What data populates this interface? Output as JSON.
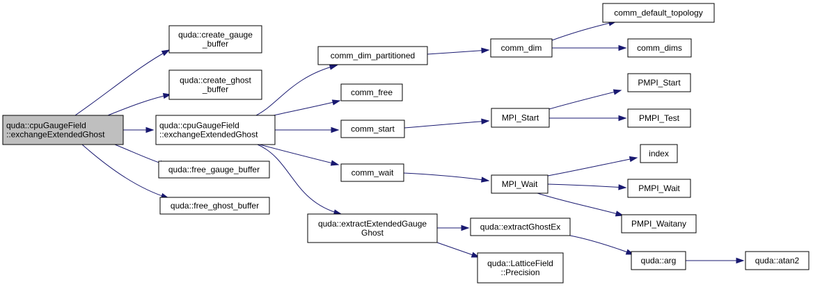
{
  "diagram": {
    "nodes": [
      {
        "id": "root",
        "lines": [
          "quda::cpuGaugeField",
          "::exchangeExtendedGhost"
        ],
        "root": true
      },
      {
        "id": "create_gauge",
        "lines": [
          "quda::create_gauge",
          "_buffer"
        ]
      },
      {
        "id": "create_ghost",
        "lines": [
          "quda::create_ghost",
          "_buffer"
        ]
      },
      {
        "id": "exchange2",
        "lines": [
          "quda::cpuGaugeField",
          "::exchangeExtendedGhost"
        ]
      },
      {
        "id": "free_gauge",
        "lines": [
          "quda::free_gauge_buffer"
        ]
      },
      {
        "id": "free_ghost",
        "lines": [
          "quda::free_ghost_buffer"
        ]
      },
      {
        "id": "comm_dim_partitioned",
        "lines": [
          "comm_dim_partitioned"
        ]
      },
      {
        "id": "comm_free",
        "lines": [
          "comm_free"
        ]
      },
      {
        "id": "comm_start",
        "lines": [
          "comm_start"
        ]
      },
      {
        "id": "comm_wait",
        "lines": [
          "comm_wait"
        ]
      },
      {
        "id": "extractExtended",
        "lines": [
          "quda::extractExtendedGauge",
          "Ghost"
        ]
      },
      {
        "id": "comm_dim",
        "lines": [
          "comm_dim"
        ]
      },
      {
        "id": "mpi_start",
        "lines": [
          "MPI_Start"
        ]
      },
      {
        "id": "mpi_wait",
        "lines": [
          "MPI_Wait"
        ]
      },
      {
        "id": "extractGhostEx",
        "lines": [
          "quda::extractGhostEx"
        ]
      },
      {
        "id": "precision",
        "lines": [
          "quda::LatticeField",
          "::Precision"
        ]
      },
      {
        "id": "comm_default_topology",
        "lines": [
          "comm_default_topology"
        ]
      },
      {
        "id": "comm_dims",
        "lines": [
          "comm_dims"
        ]
      },
      {
        "id": "pmpi_start",
        "lines": [
          "PMPI_Start"
        ]
      },
      {
        "id": "pmpi_test",
        "lines": [
          "PMPI_Test"
        ]
      },
      {
        "id": "index",
        "lines": [
          "index"
        ]
      },
      {
        "id": "pmpi_wait",
        "lines": [
          "PMPI_Wait"
        ]
      },
      {
        "id": "pmpi_waitany",
        "lines": [
          "PMPI_Waitany"
        ]
      },
      {
        "id": "arg",
        "lines": [
          "quda::arg"
        ]
      },
      {
        "id": "atan2",
        "lines": [
          "quda::atan2"
        ]
      }
    ],
    "edges": [
      {
        "from": "root",
        "to": "create_gauge"
      },
      {
        "from": "root",
        "to": "create_ghost"
      },
      {
        "from": "root",
        "to": "exchange2"
      },
      {
        "from": "root",
        "to": "free_gauge"
      },
      {
        "from": "root",
        "to": "free_ghost"
      },
      {
        "from": "exchange2",
        "to": "comm_dim_partitioned"
      },
      {
        "from": "exchange2",
        "to": "comm_free"
      },
      {
        "from": "exchange2",
        "to": "comm_start"
      },
      {
        "from": "exchange2",
        "to": "comm_wait"
      },
      {
        "from": "exchange2",
        "to": "extractExtended"
      },
      {
        "from": "comm_dim_partitioned",
        "to": "comm_dim"
      },
      {
        "from": "comm_dim",
        "to": "comm_default_topology"
      },
      {
        "from": "comm_dim",
        "to": "comm_dims"
      },
      {
        "from": "comm_start",
        "to": "mpi_start"
      },
      {
        "from": "mpi_start",
        "to": "pmpi_start"
      },
      {
        "from": "mpi_start",
        "to": "pmpi_test"
      },
      {
        "from": "comm_wait",
        "to": "mpi_wait"
      },
      {
        "from": "mpi_wait",
        "to": "index"
      },
      {
        "from": "mpi_wait",
        "to": "pmpi_wait"
      },
      {
        "from": "mpi_wait",
        "to": "pmpi_waitany"
      },
      {
        "from": "extractExtended",
        "to": "extractGhostEx"
      },
      {
        "from": "extractExtended",
        "to": "precision"
      },
      {
        "from": "extractGhostEx",
        "to": "arg"
      },
      {
        "from": "arg",
        "to": "atan2"
      }
    ],
    "colors": {
      "edge": "#191970",
      "root_fill": "#bfbfbf",
      "node_fill": "#ffffff",
      "border": "#000000"
    }
  }
}
